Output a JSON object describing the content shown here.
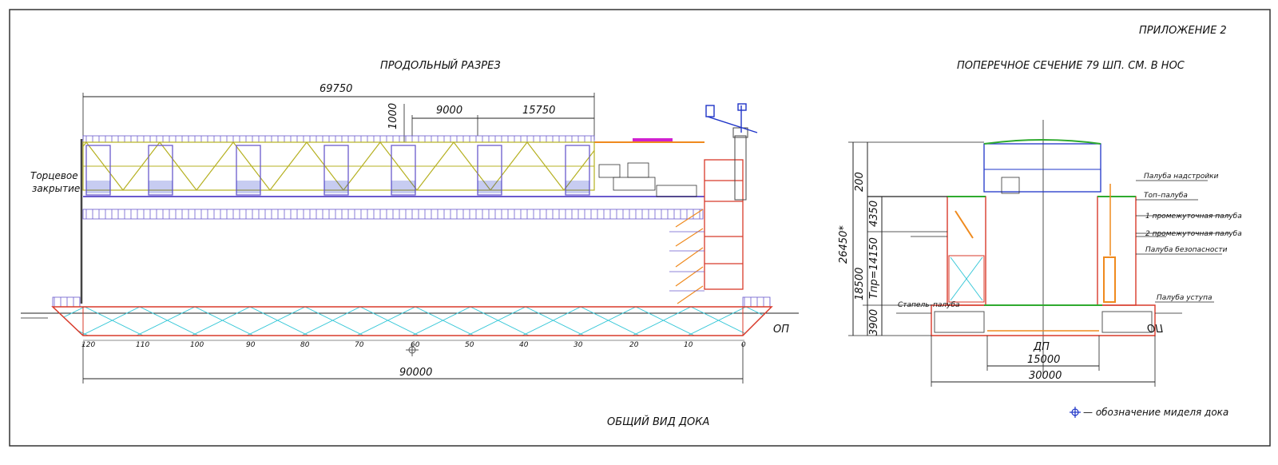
{
  "appendix": "ПРИЛОЖЕНИЕ 2",
  "longitudinal": {
    "title": "ПРОДОЛЬНЫЙ РАЗРЕЗ",
    "end_closure_line1": "Торцевое",
    "end_closure_line2": "закрытие",
    "dims": {
      "d69750": "69750",
      "d1000": "1000",
      "d9000": "9000",
      "d15750": "15750",
      "d90000": "90000"
    },
    "frames": [
      "120",
      "110",
      "100",
      "90",
      "80",
      "70",
      "60",
      "50",
      "40",
      "30",
      "20",
      "10",
      "0"
    ],
    "op": "ОП"
  },
  "cross": {
    "title": "ПОПЕРЕЧНОЕ СЕЧЕНИЕ 79 ШП. СМ. В НОС",
    "decks": [
      "Палуба надстройки",
      "Топ–палуба",
      "1 промежуточная палуба",
      "2 промежуточная палуба",
      "Палуба безопасности",
      "Палуба уступа"
    ],
    "stapel": "Стапель–палуба",
    "dims": {
      "d200": "200",
      "d4350": "4350",
      "d26450": "26450*",
      "d18500": "18500",
      "tpr": "Tпр=14150",
      "d3900": "3900",
      "d15000": "15000",
      "d30000": "30000"
    },
    "dp": "ДП",
    "op": "ОП"
  },
  "footer_title": "ОБЩИЙ   ВИД   ДОКА",
  "legend": {
    "icon": "midship-symbol-icon",
    "text": "— обозначение миделя дока"
  },
  "colors": {
    "frame": "#222222",
    "purple": "#6a5acd",
    "olive": "#b5b020",
    "red": "#d83a2a",
    "cyan": "#38c8d8",
    "orange": "#ef8a1e",
    "blue": "#1e34c8",
    "green": "#2faa2f",
    "magenta": "#d020d0"
  }
}
